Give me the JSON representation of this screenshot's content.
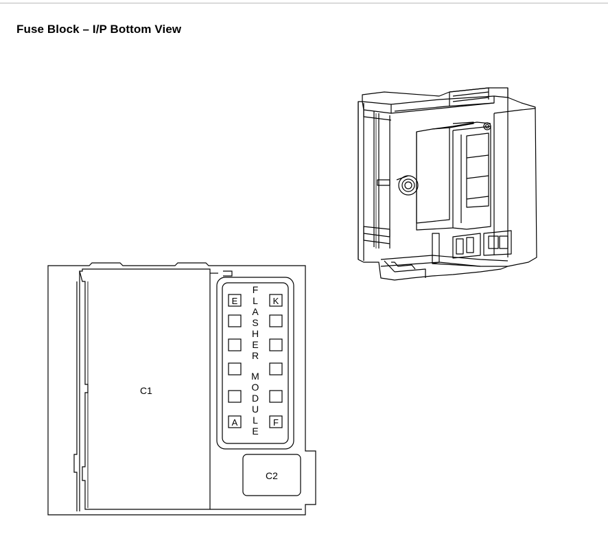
{
  "header": {
    "title": "Fuse Block – I/P Bottom View"
  },
  "diagram": {
    "connector_c1": "C1",
    "connector_c2": "C2",
    "flasher_letters": [
      "F",
      "L",
      "A",
      "S",
      "H",
      "E",
      "R"
    ],
    "module_letters": [
      "M",
      "O",
      "D",
      "U",
      "L",
      "E"
    ],
    "left_pins": [
      "E",
      "",
      "",
      "",
      "",
      "A"
    ],
    "right_pins": [
      "K",
      "",
      "",
      "",
      "",
      "F"
    ]
  }
}
